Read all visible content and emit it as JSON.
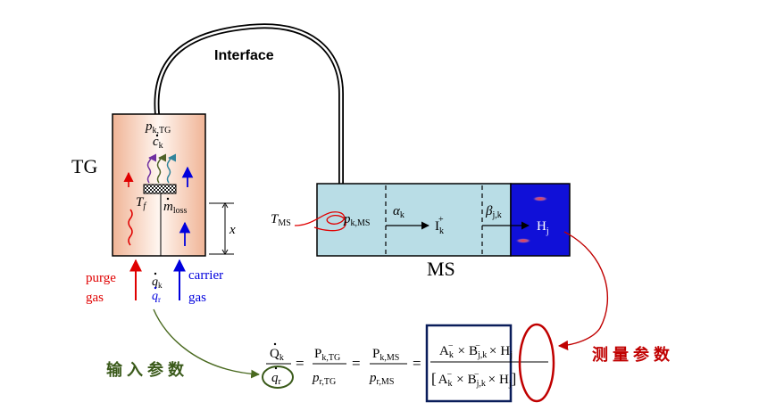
{
  "tg": {
    "label": "TG",
    "p_k_TG": "p",
    "p_k_TG_sub": "k,TG",
    "c_k": "c",
    "c_k_sub": "k",
    "T_f": "T",
    "T_f_sub": "f",
    "m_loss": "m",
    "m_loss_sub": "loss",
    "x": "x",
    "purge_line1": "purge",
    "purge_line2": "gas",
    "carrier_line1": "carrier",
    "carrier_line2": "gas",
    "q_k": "q",
    "q_k_sub": "k",
    "q_r": "q",
    "q_r_sub": "r"
  },
  "interface": {
    "label": "Interface"
  },
  "ms": {
    "label": "MS",
    "T_MS": "T",
    "T_MS_sub": "MS",
    "p_k_MS": "p",
    "p_k_MS_sub": "k,MS",
    "alpha": "α",
    "alpha_sub": "k",
    "I_k": "I",
    "I_k_sub": "k",
    "I_k_sup": "+",
    "beta": "β",
    "beta_sub": "j,k",
    "H_j": "H",
    "H_j_sub": "j"
  },
  "equation": {
    "Q_k": "Q",
    "Q_k_sub": "k",
    "q_r": "q",
    "q_r_sub": "r",
    "eq": "=",
    "P_k_TG": "P",
    "P_k_TG_sub": "k,TG",
    "p_r_TG": "p",
    "p_r_TG_sub": "r,TG",
    "P_k_MS": "P",
    "P_k_MS_sub": "k,MS",
    "p_r_MS": "p",
    "p_r_MS_sub": "r,MS",
    "num_A": "A",
    "num_A_sub": "k",
    "num_A_sup": "−",
    "times": "×",
    "num_B": "B",
    "num_B_sub": "j,k",
    "num_B_sup": "−",
    "num_H": "H",
    "num_H_sub": "j",
    "lbr": "[",
    "rbr": "]"
  },
  "annotations": {
    "input_params": "输入参数",
    "measured_params": "测量参数"
  },
  "colors": {
    "tg_fill_outer": "#f4c0a8",
    "tg_fill_inner": "#ffffff",
    "ms_fill": "#b9dde6",
    "ms_detector": "#1010d8",
    "purge_red": "#e00000",
    "carrier_blue": "#0000dd",
    "green": "#3a5a1a",
    "darkred": "#c00000",
    "navy": "#0a1d5a"
  }
}
